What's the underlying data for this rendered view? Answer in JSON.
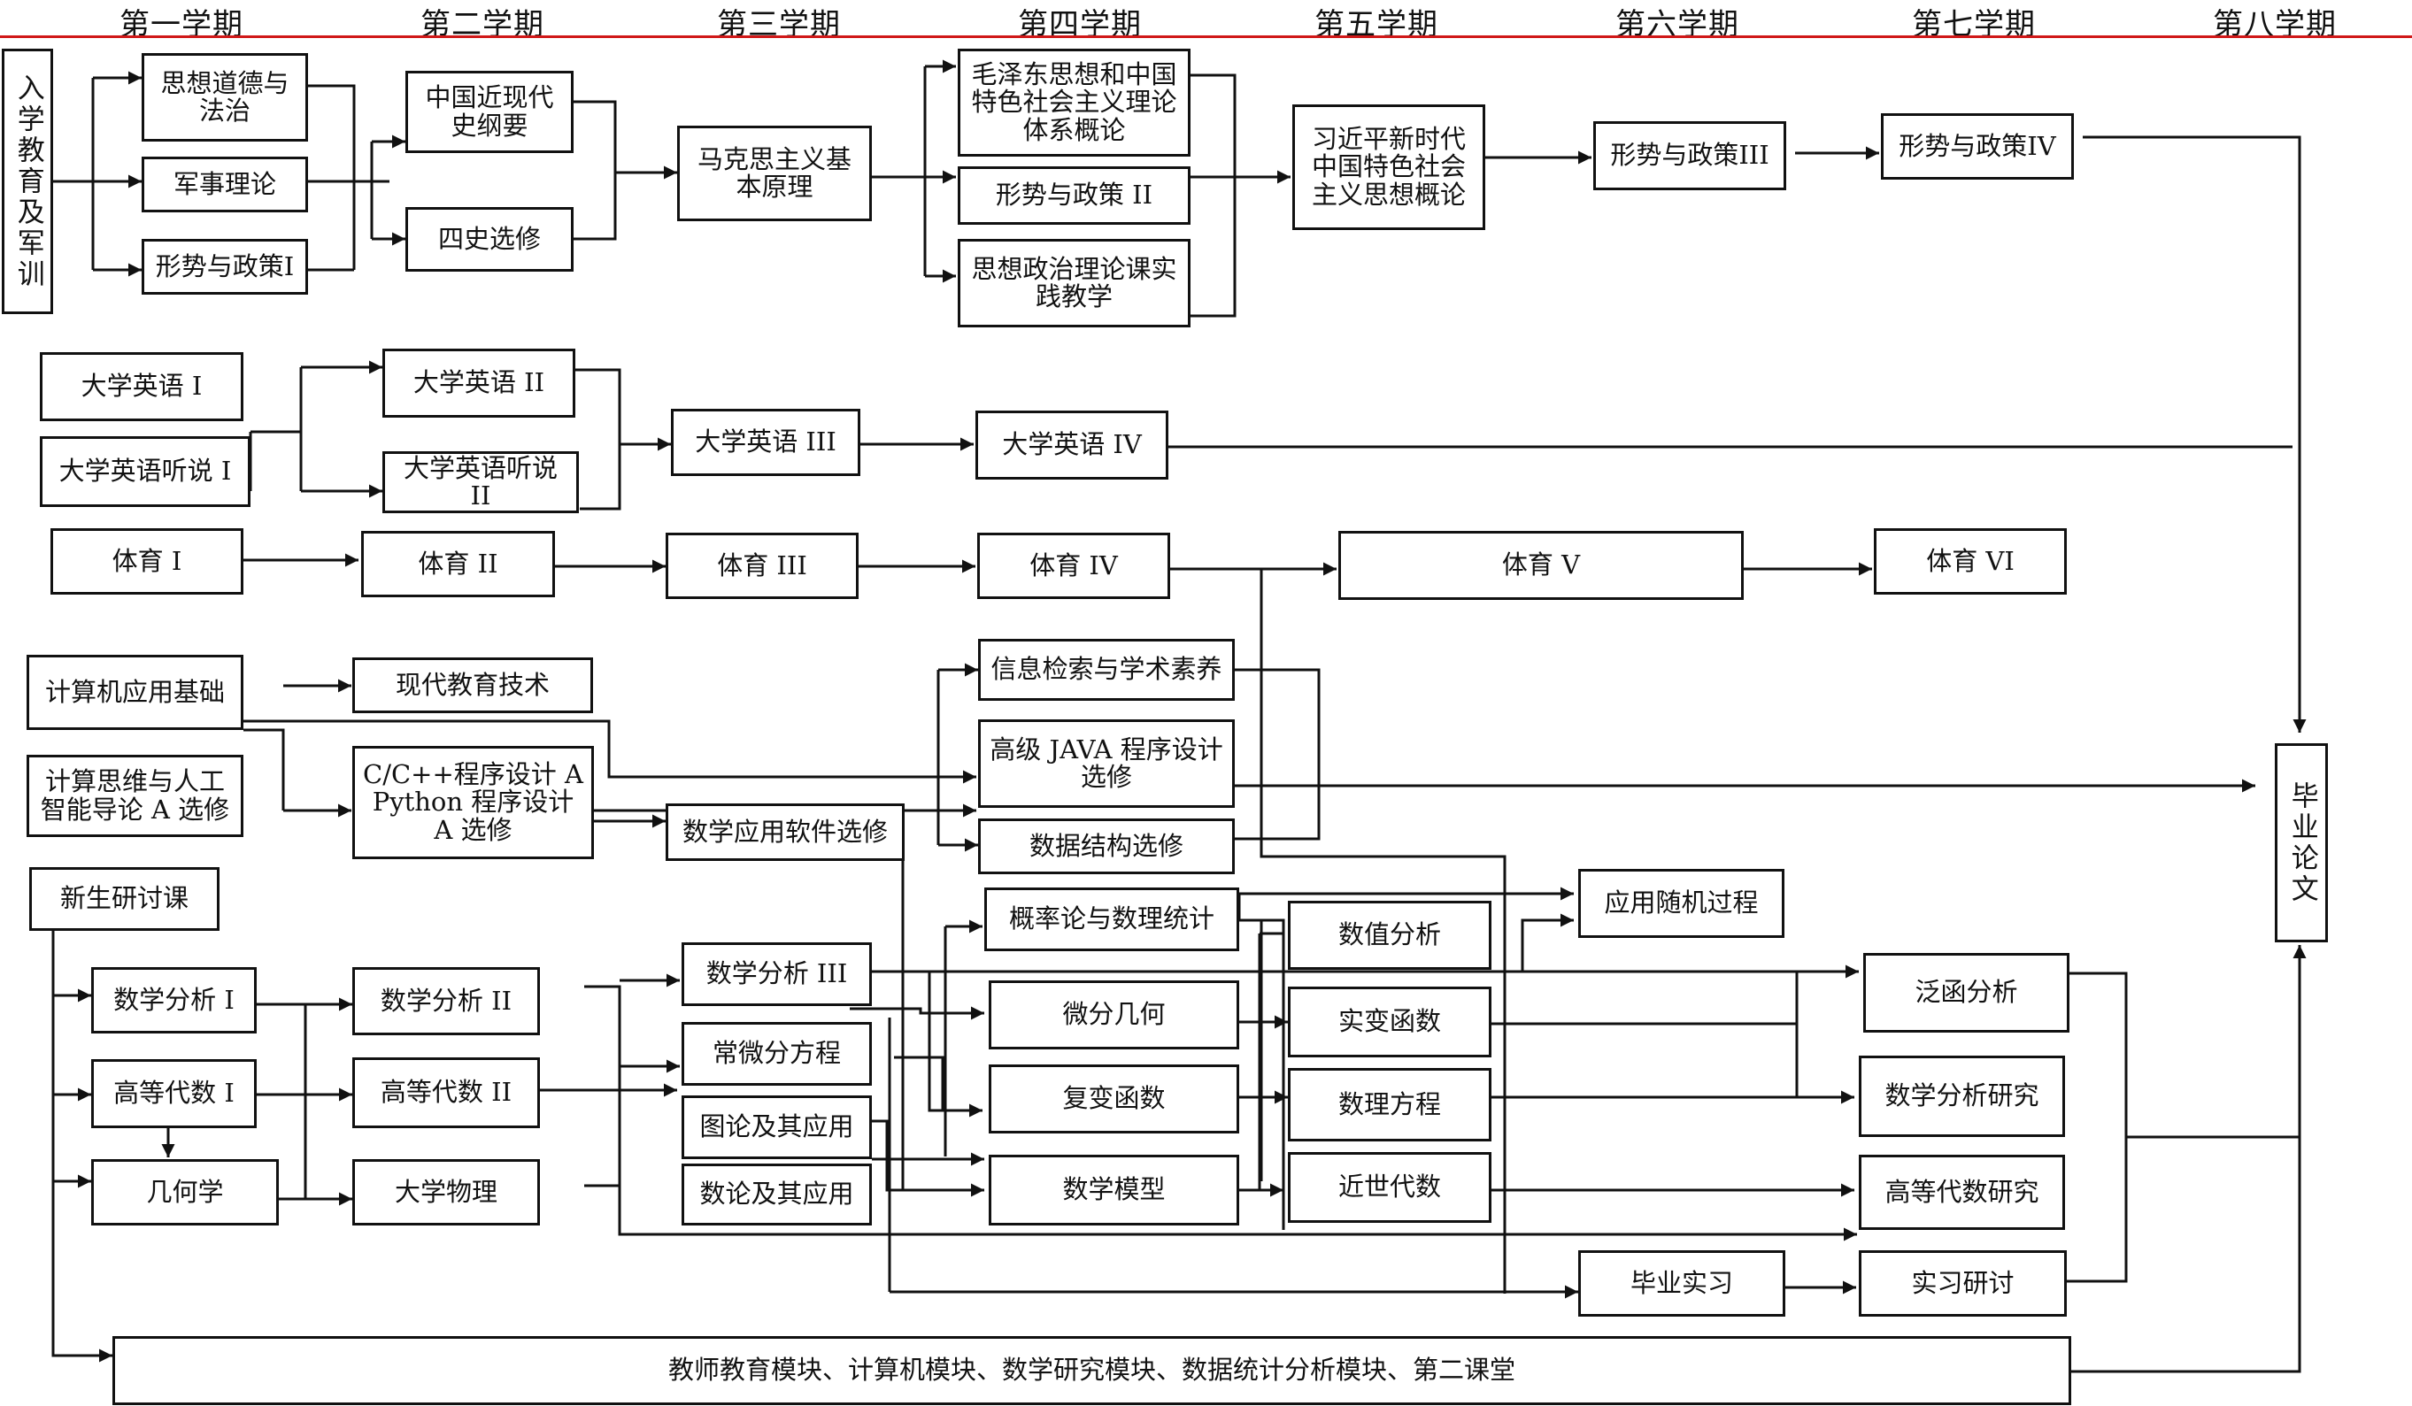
{
  "semesters": [
    "第一学期",
    "第二学期",
    "第三学期",
    "第四学期",
    "第五学期",
    "第六学期",
    "第七学期",
    "第八学期"
  ],
  "courses": {
    "intro": "入学教育及军训",
    "ethics": "思想道德与法治",
    "military": "军事理论",
    "policy1": "形势与政策I",
    "history": "中国近现代史纲要",
    "fourhist": "四史选修",
    "marx": "马克思主义基本原理",
    "mao": "毛泽东思想和中国特色社会主义理论体系概论",
    "policy2": "形势与政策 II",
    "practice": "思想政治理论课实践教学",
    "xi": "习近平新时代中国特色社会主义思想概论",
    "policy3": "形势与政策III",
    "policy4": "形势与政策IV",
    "eng1": "大学英语 I",
    "listen1": "大学英语听说 I",
    "eng2": "大学英语 II",
    "listen2": "大学英语听说 II",
    "eng3": "大学英语 III",
    "eng4": "大学英语 IV",
    "pe1": "体育 I",
    "pe2": "体育 II",
    "pe3": "体育 III",
    "pe4": "体育 IV",
    "pe5": "体育 V",
    "pe6": "体育 VI",
    "compbase": "计算机应用基础",
    "ai": "计算思维与人工智能导论 A 选修",
    "edutech": "现代教育技术",
    "cpp": "C/C++程序设计 A Python 程序设计 A 选修",
    "mathsoft": "数学应用软件选修",
    "info": "信息检索与学术素养",
    "java": "高级 JAVA 程序设计选修",
    "ds": "数据结构选修",
    "thesis": "毕业论文",
    "seminar": "新生研讨课",
    "ma1": "数学分析 I",
    "alg1": "高等代数 I",
    "geo": "几何学",
    "ma2": "数学分析 II",
    "alg2": "高等代数 II",
    "phys": "大学物理",
    "ma3": "数学分析 III",
    "ode": "常微分方程",
    "graph": "图论及其应用",
    "numth": "数论及其应用",
    "prob": "概率论与数理统计",
    "diffgeo": "微分几何",
    "complex": "复变函数",
    "model": "数学模型",
    "numer": "数值分析",
    "real": "实变函数",
    "mathphys": "数理方程",
    "modalg": "近世代数",
    "stoch": "应用随机过程",
    "func": "泛函分析",
    "maresearch": "数学分析研究",
    "algresearch": "高等代数研究",
    "intern": "毕业实习",
    "internsem": "实习研讨",
    "modules": "教师教育模块、计算机模块、数学研究模块、数据统计分析模块、第二课堂"
  },
  "colors": {
    "line": "#111111",
    "header_rule": "#d01818"
  }
}
